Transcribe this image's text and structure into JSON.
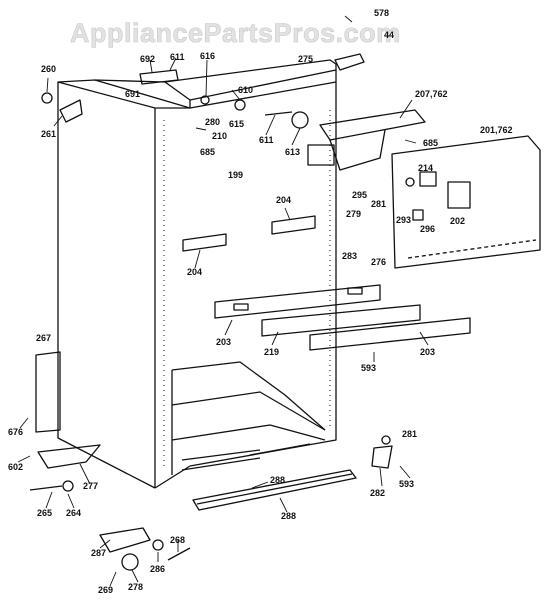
{
  "watermark": "AppliancePartsPros.com",
  "callouts": [
    "578",
    "44",
    "275",
    "260",
    "261",
    "692",
    "611",
    "616",
    "691",
    "610",
    "280",
    "615",
    "210",
    "611",
    "613",
    "207,762",
    "685",
    "201,762",
    "685",
    "199",
    "214",
    "295",
    "281",
    "296",
    "202",
    "279",
    "293",
    "204",
    "204",
    "283",
    "276",
    "203",
    "219",
    "203",
    "593",
    "267",
    "676",
    "281",
    "602",
    "277",
    "288",
    "282",
    "593",
    "265",
    "264",
    "288",
    "287",
    "268",
    "286",
    "269",
    "278"
  ]
}
